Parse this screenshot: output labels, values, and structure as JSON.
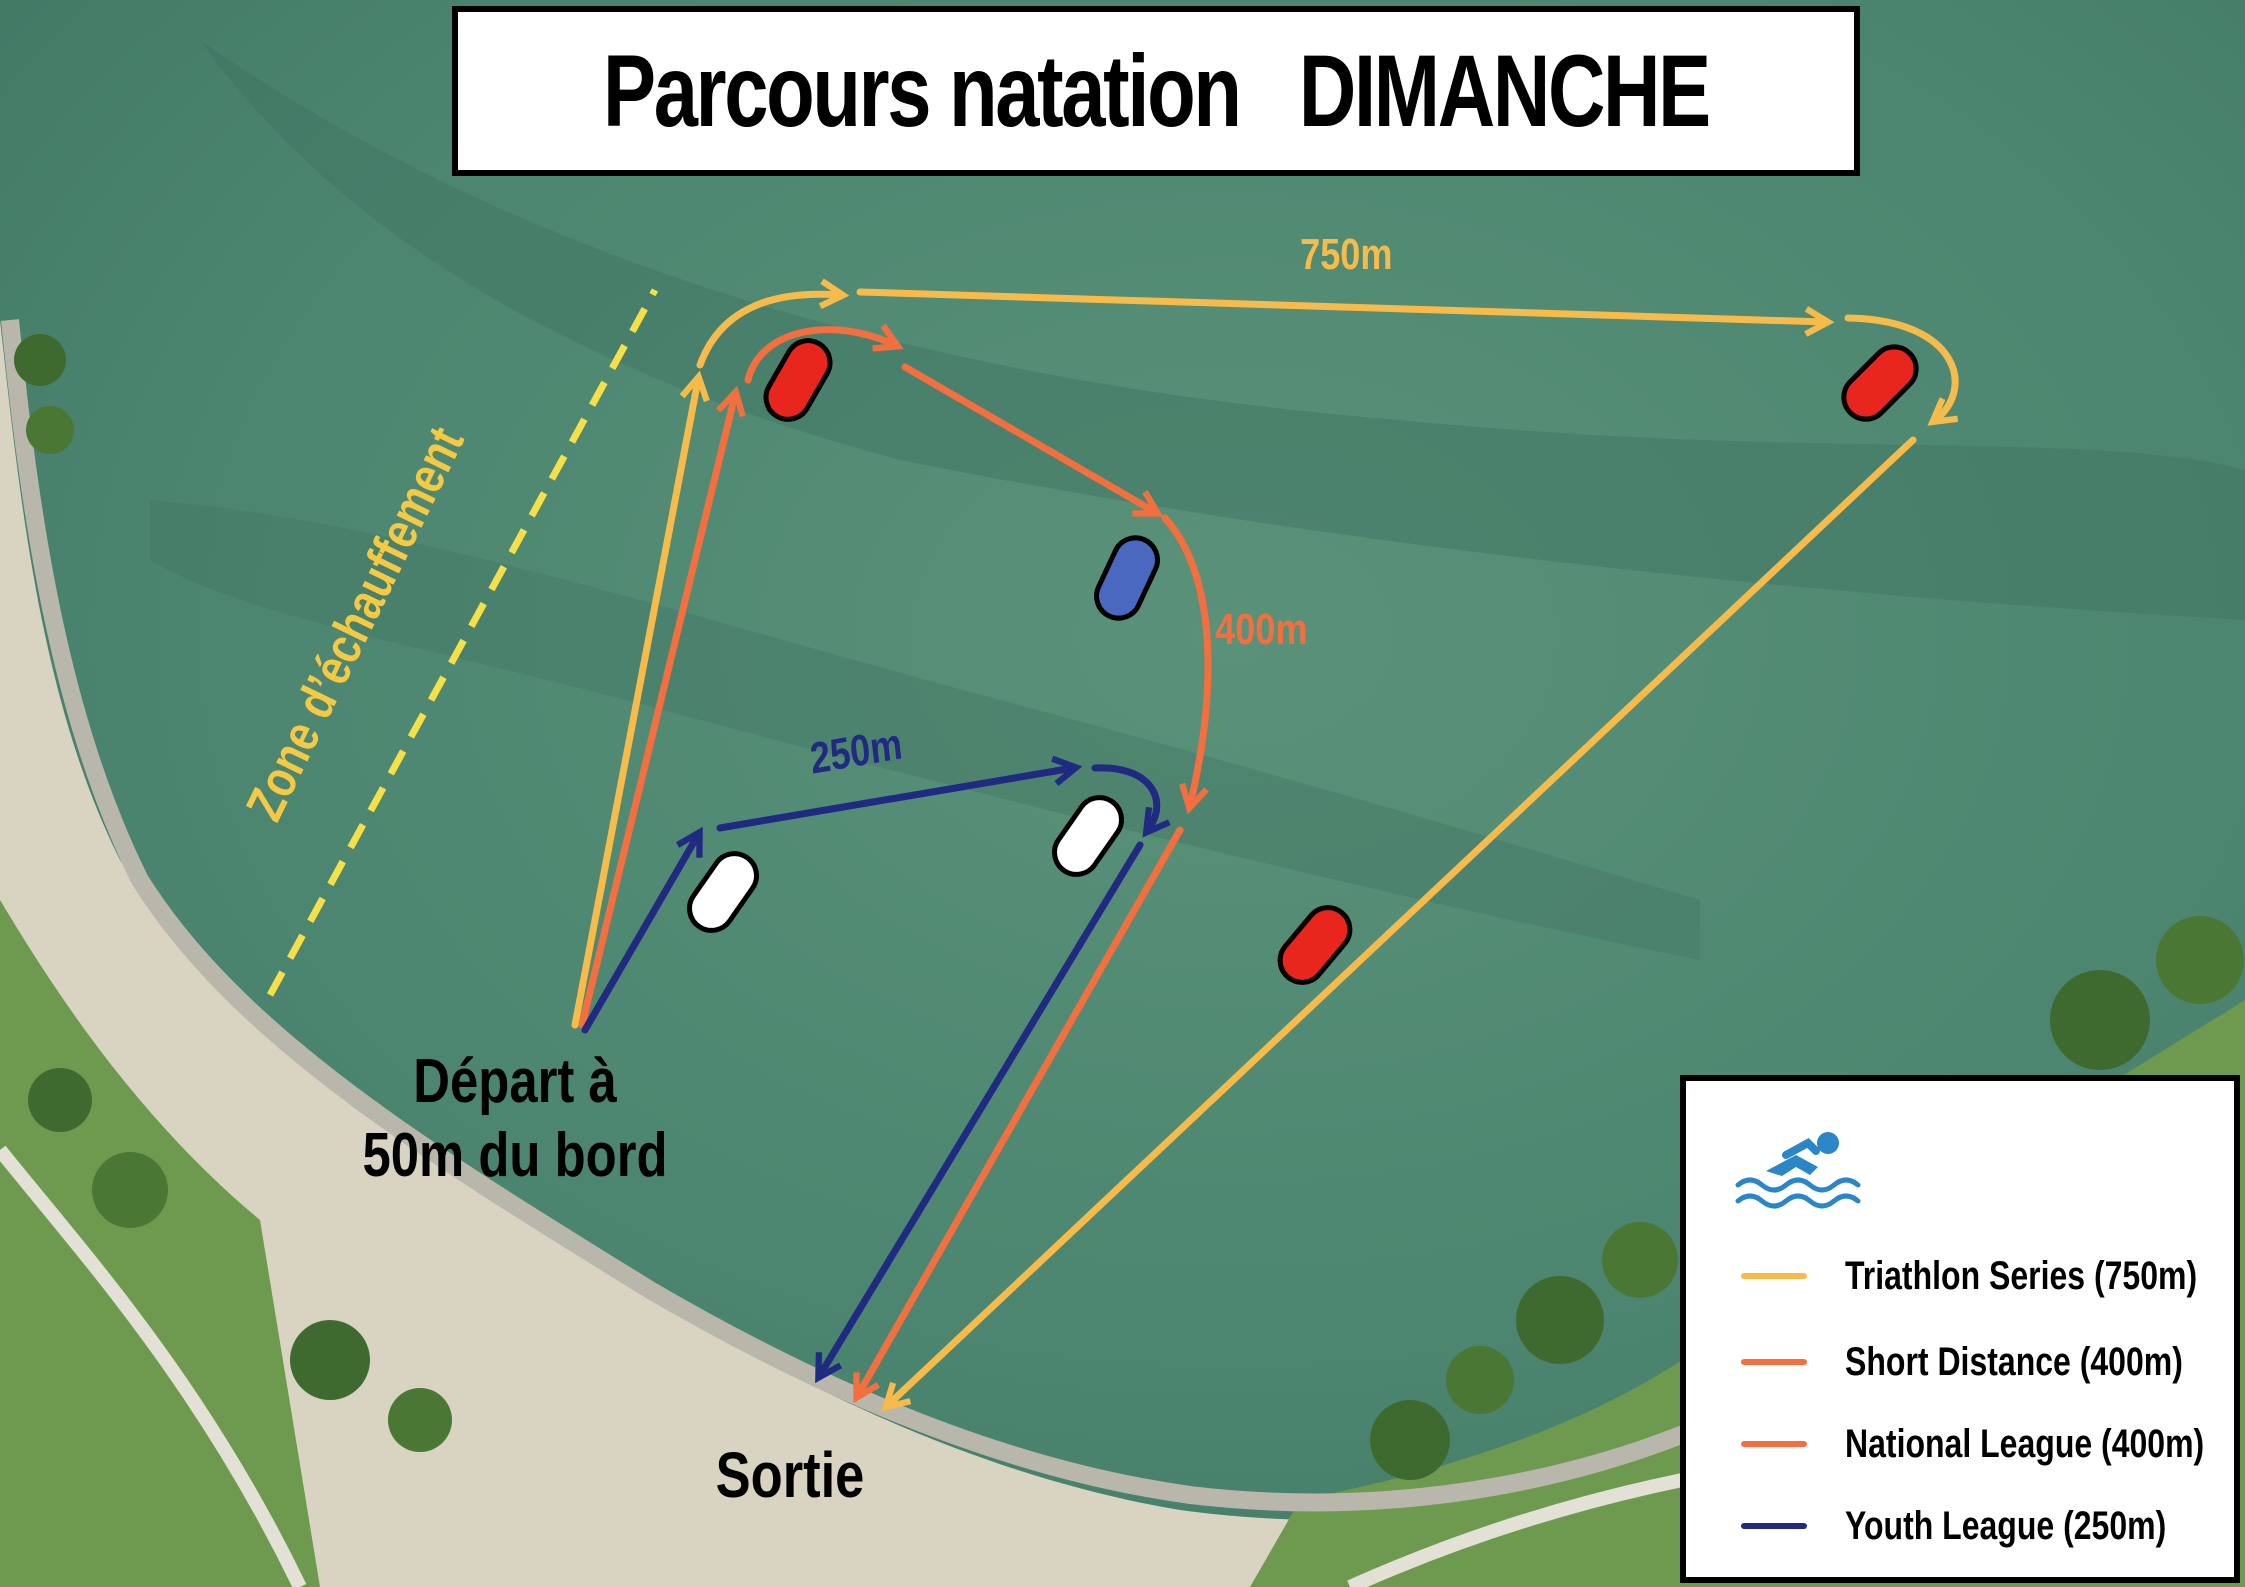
{
  "title": "Parcours natation   DIMANCHE",
  "labels": {
    "start": "Départ à\n50m du bord",
    "exit": "Sortie",
    "warmup_zone": "Zone d’échauffement"
  },
  "distances": {
    "triathlon": "750m",
    "short": "400m",
    "youth": "250m"
  },
  "colors": {
    "water": "#4f8a72",
    "beach": "#d9d3c2",
    "triathlon_series": "#f6bb4b",
    "short_distance": "#f46f3f",
    "national_league": "#f46f3f",
    "youth_league": "#1f2a80",
    "buoy_red": "#e8261e",
    "buoy_blue": "#4a68c0",
    "buoy_white": "#ffffff",
    "warmup": "#f6e04a"
  },
  "legend": {
    "icon": "swimmer-icon",
    "items": [
      {
        "label": "Triathlon Series (750m)",
        "color": "#f6bb4b"
      },
      {
        "label": "Short Distance (400m)",
        "color": "#f46f3f"
      },
      {
        "label": "National League (400m)",
        "color": "#f46f3f"
      },
      {
        "label": "Youth League (250m)",
        "color": "#1f2a80"
      }
    ]
  }
}
